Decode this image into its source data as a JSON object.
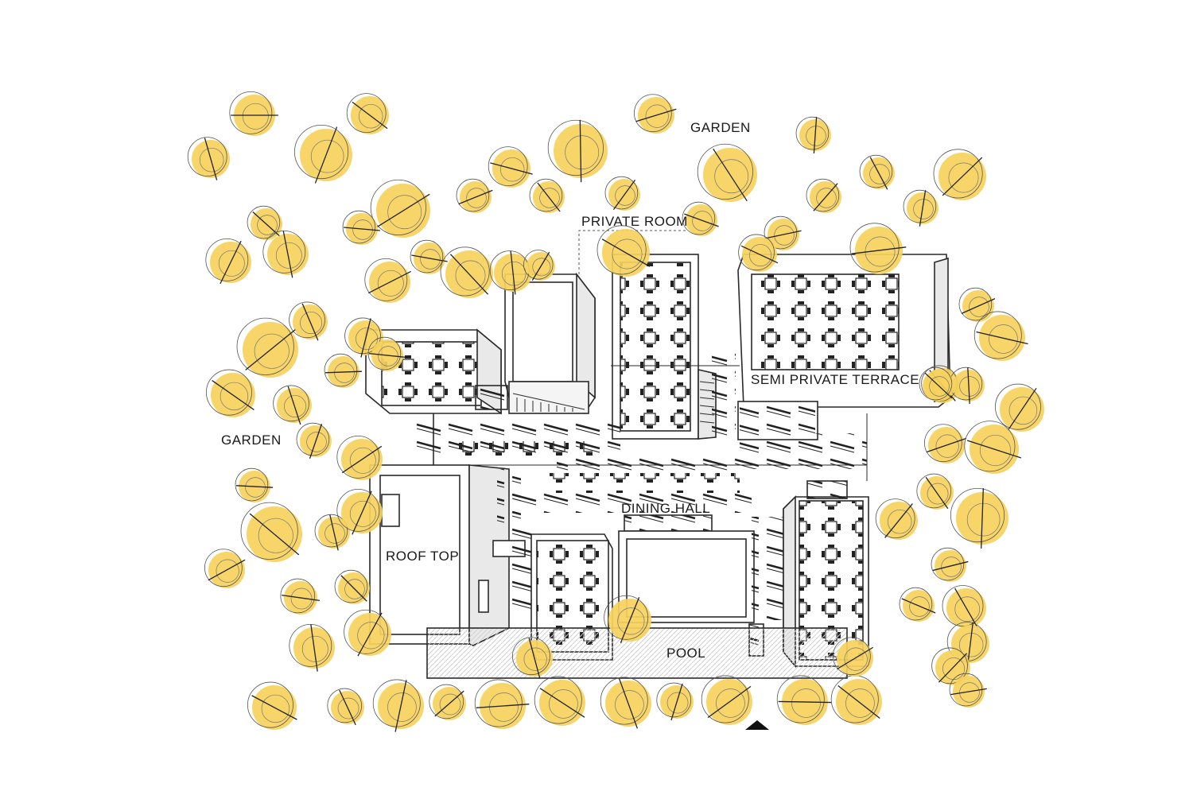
{
  "labels": {
    "garden_top": "GARDEN",
    "garden_left": "GARDEN",
    "private_room": "PRIVATE ROOM",
    "semi_private_terrace": "SEMI PRIVATE TERRACE",
    "dining_hall": "DINING HALL",
    "roof_top": "ROOF TOP",
    "pool": "POOL"
  },
  "colors": {
    "tree_fill": "#f6d15c",
    "line": "#2a2a2a",
    "wall_shade": "#e9e9e9",
    "pool_hatch": "#dcdcdc"
  },
  "icons": [
    "tree-icon",
    "north-arrow-icon",
    "table-chair-icon"
  ]
}
